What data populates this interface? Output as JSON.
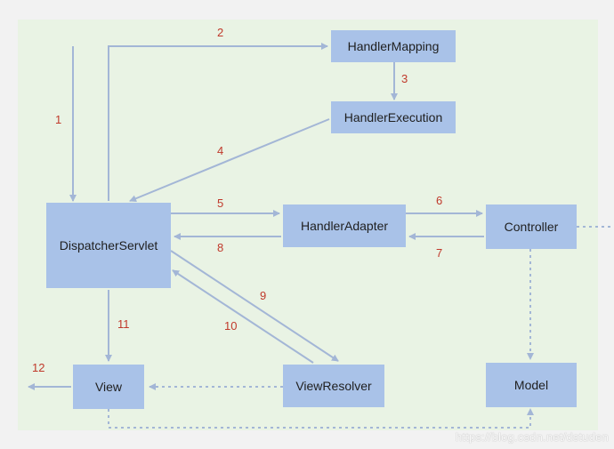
{
  "nodes": {
    "handler_mapping": "HandlerMapping",
    "handler_execution": "HandlerExecution",
    "dispatcher_servlet": "DispatcherServlet",
    "handler_adapter": "HandlerAdapter",
    "controller": "Controller",
    "view": "View",
    "view_resolver": "ViewResolver",
    "model": "Model"
  },
  "steps": {
    "s1": "1",
    "s2": "2",
    "s3": "3",
    "s4": "4",
    "s5": "5",
    "s6": "6",
    "s7": "7",
    "s8": "8",
    "s9": "9",
    "s10": "10",
    "s11": "11",
    "s12": "12"
  },
  "colors": {
    "box_fill": "#a9c2e8",
    "canvas_bg": "#e9f3e4",
    "arrow": "#a3b6d6",
    "step_number": "#c0392b"
  },
  "watermark": "https://blog.csdn.net/dstuden"
}
